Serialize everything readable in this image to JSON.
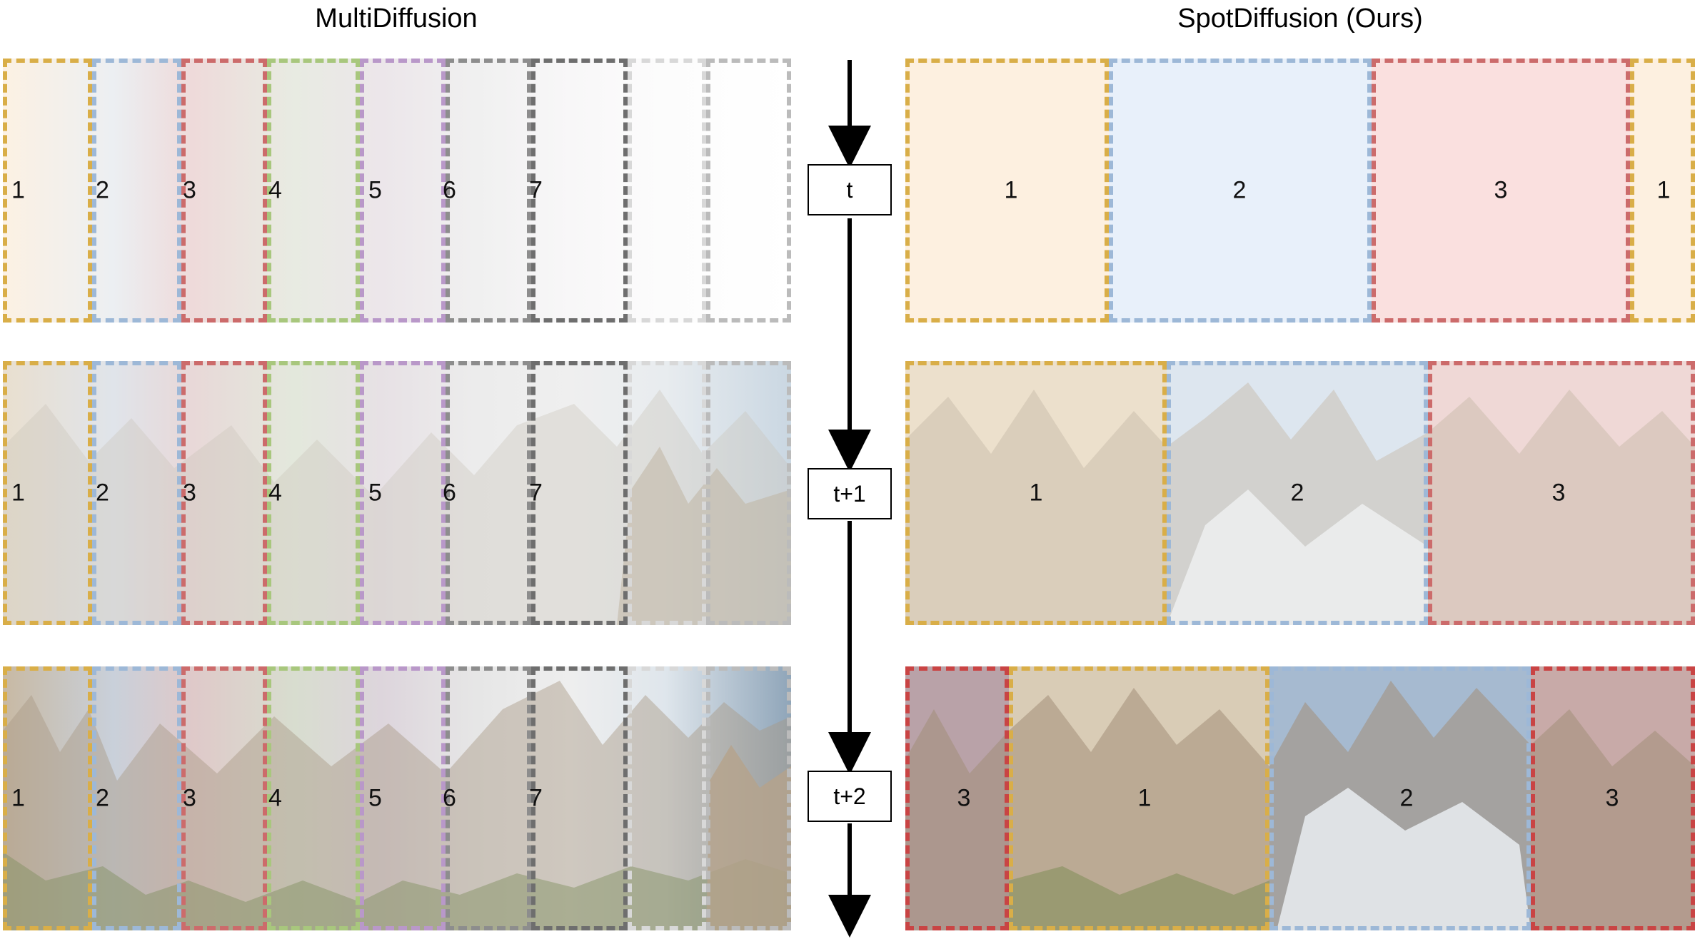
{
  "titles": {
    "left": "MultiDiffusion",
    "right": "SpotDiffusion (Ours)"
  },
  "steps": [
    "t",
    "t+1",
    "t+2"
  ],
  "multidiffusion": {
    "labels": [
      "1",
      "2",
      "3",
      "4",
      "5",
      "6",
      "7"
    ],
    "window_colors": [
      "#d9ae48",
      "#9db8d7",
      "#cc6b6b",
      "#a8c77d",
      "#b998c9",
      "#8d8d8d",
      "#6e6e6e",
      "#cccccc",
      "#bbbbbb"
    ]
  },
  "spotdiffusion": {
    "row1": {
      "labels": [
        "1",
        "2",
        "3",
        "1"
      ],
      "colors": [
        "#d9ae48",
        "#9db8d7",
        "#cc6b6b",
        "#d9ae48"
      ],
      "fills": [
        "#fdf0e0",
        "#e8f0fa",
        "#fae0df",
        "#fdf0e0"
      ]
    },
    "row2": {
      "labels": [
        "1",
        "2",
        "3"
      ],
      "colors": [
        "#d9ae48",
        "#9db8d7",
        "#cc6b6b"
      ]
    },
    "row3": {
      "labels": [
        "3",
        "1",
        "2",
        "3"
      ],
      "colors": [
        "#c94444",
        "#d9ae48",
        "#9db8d7",
        "#c94444"
      ]
    }
  }
}
